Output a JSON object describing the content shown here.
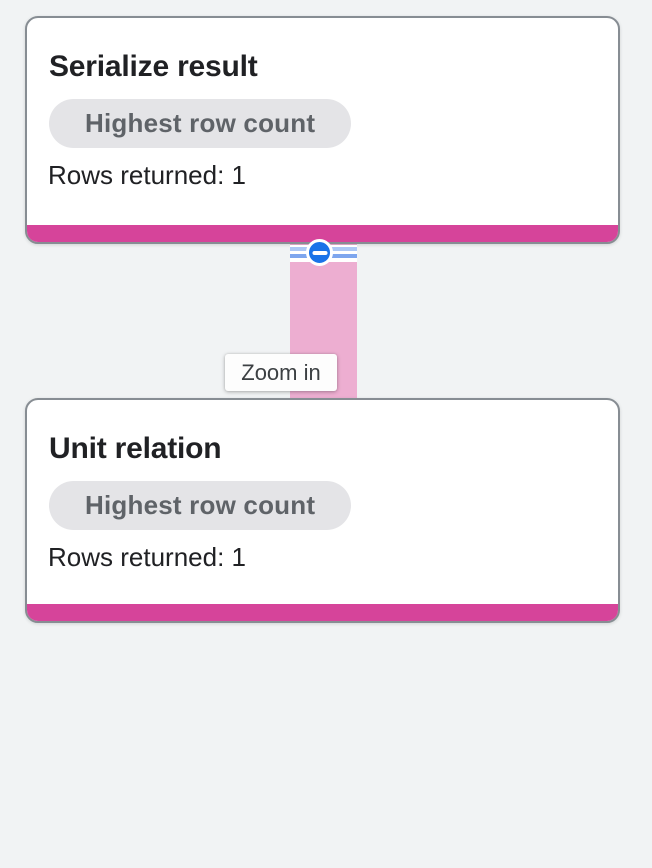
{
  "page": {
    "background_color": "#f1f3f4"
  },
  "execution_graph": {
    "nodes": [
      {
        "title": "Serialize result",
        "badge": "Highest row count",
        "rows_label": "Rows returned: 1"
      },
      {
        "title": "Unit relation",
        "badge": "Highest row count",
        "rows_label": "Rows returned: 1"
      }
    ],
    "edge": {
      "tooltip": "Zoom in",
      "collapse_icon": "minus-circle-icon"
    },
    "colors": {
      "stage_accent_pink": "#d6449a",
      "edge_pink": "#edaed1",
      "collapse_button_blue": "#1a73e8",
      "stripe_light_blue": "#adc8f5",
      "stripe_medium_blue": "#7ea6ee",
      "badge_background": "#e4e4e7",
      "badge_text": "#5f6368",
      "card_border": "#878d93",
      "text_primary": "#202124",
      "tooltip_text": "#3c4043",
      "page_background": "#f1f3f4"
    }
  }
}
